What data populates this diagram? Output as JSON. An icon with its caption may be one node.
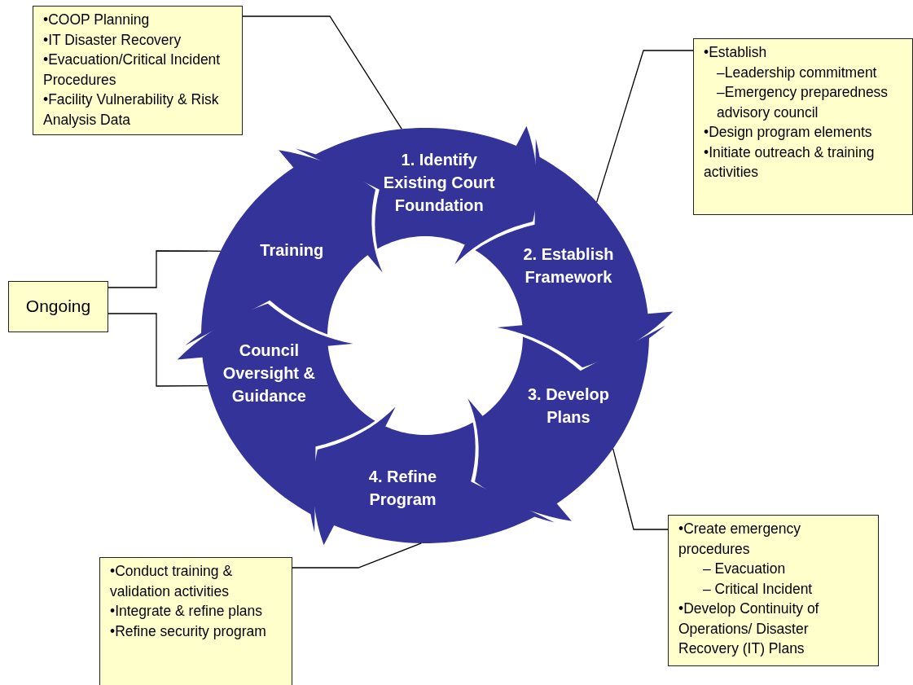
{
  "diagram": {
    "nodes": [
      {
        "text": [
          "•COOP Planning",
          "•IT Disaster Recovery",
          "•Evacuation/Critical Incident Procedures",
          "•Facility Vulnerability & Risk Analysis Data"
        ]
      },
      {
        "text": [
          "1. Identify Existing Court Foundation"
        ]
      },
      {
        "text": [
          "2. Establish Framework"
        ]
      },
      {
        "text": [
          "3. Develop Plans"
        ]
      },
      {
        "text": [
          "4. Refine Program"
        ]
      },
      {
        "text": [
          "Council Oversight & Guidance"
        ]
      },
      {
        "text": [
          "Training"
        ]
      },
      {
        "text": [
          "•Establish",
          "–Leadership commitment",
          "–Emergency preparedness advisory council",
          "•Design program elements",
          "•Initiate outreach & training activities"
        ]
      },
      {
        "text": [
          "•Create emergency procedures",
          "– Evacuation",
          "– Critical Incident",
          "•Develop Continuity of Operations/ Disaster Recovery (IT) Plans"
        ]
      },
      {
        "text": [
          "•Conduct training & validation activities",
          "•Integrate & refine plans",
          "•Refine security program"
        ]
      },
      {
        "text": [
          "Ongoing"
        ]
      }
    ],
    "edges": [
      {
        "from": 0,
        "to": 1,
        "arrow": "none"
      },
      {
        "from": 7,
        "to": 2,
        "arrow": "none"
      },
      {
        "from": 8,
        "to": 3,
        "arrow": "none"
      },
      {
        "from": 9,
        "to": 4,
        "arrow": "none"
      },
      {
        "from": 10,
        "to": 6,
        "arrow": "none"
      },
      {
        "from": 10,
        "to": 5,
        "arrow": "none"
      }
    ]
  }
}
